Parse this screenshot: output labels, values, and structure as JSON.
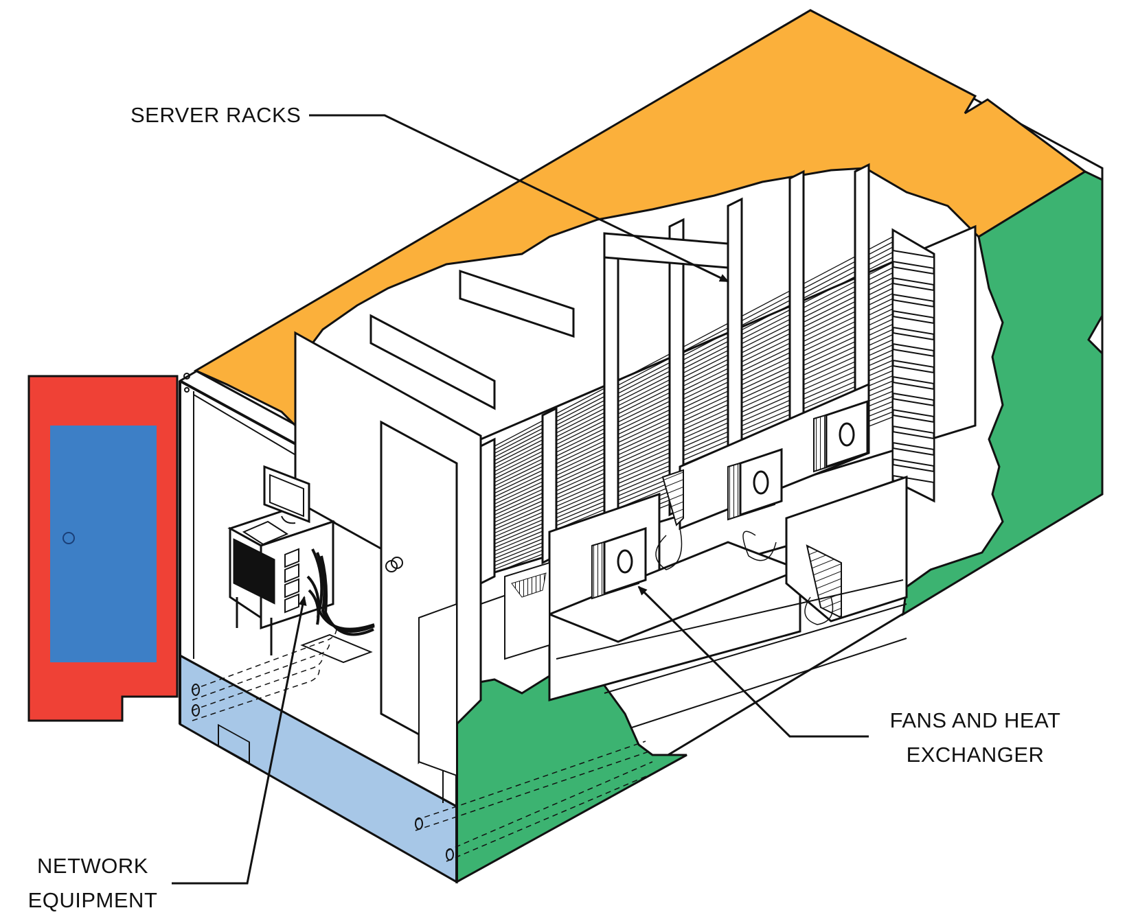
{
  "labels": {
    "server_racks": "SERVER RACKS",
    "fans_line1": "FANS AND HEAT",
    "fans_line2": "EXCHANGER",
    "network_line1": "NETWORK",
    "network_line2": "EQUIPMENT"
  },
  "colors": {
    "roof": "#FBB03B",
    "side_wall": "#3CB371",
    "door": "#EF4136",
    "door_panel": "#3D7FC6",
    "end_wall": "#A7C7E7",
    "outline": "#111111"
  }
}
